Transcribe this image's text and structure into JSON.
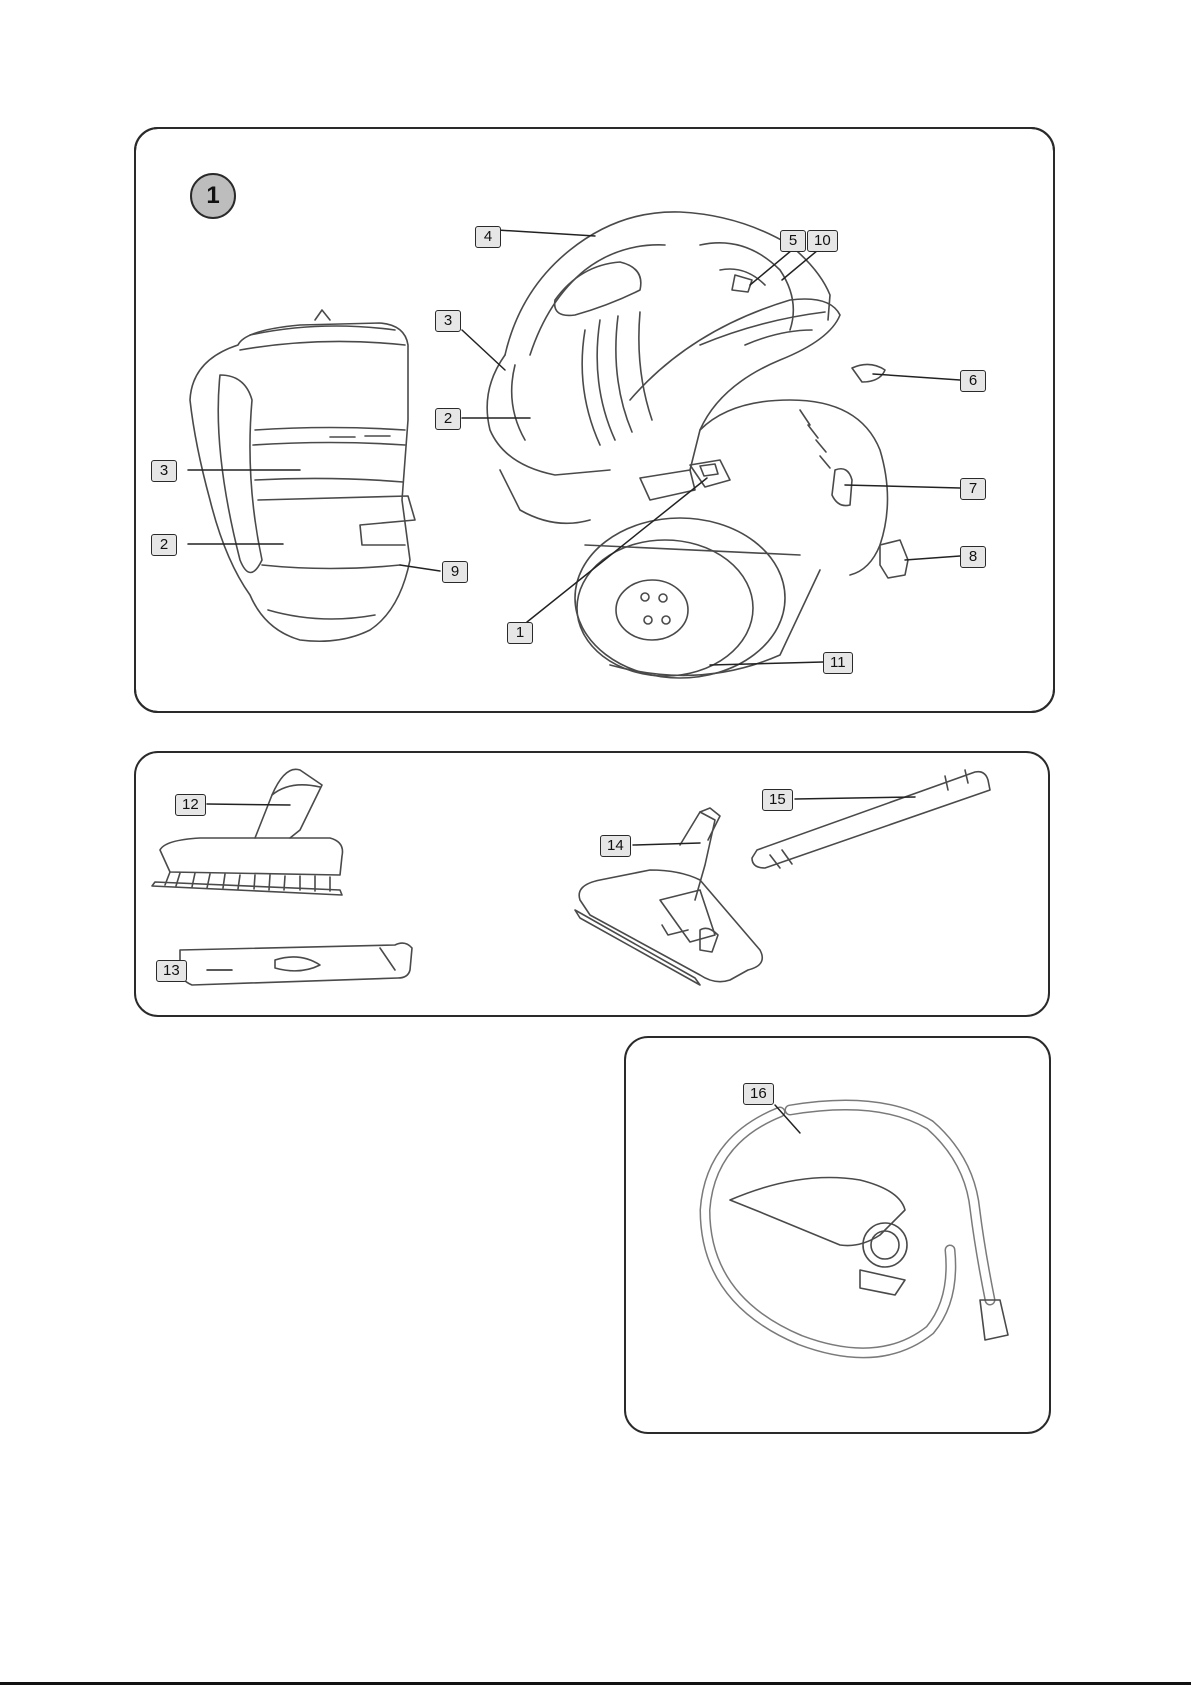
{
  "figure": {
    "number": "1"
  },
  "callouts": {
    "body_1": "1",
    "body_2": "2",
    "body_3": "3",
    "body_4": "4",
    "body_5": "5",
    "body_6": "6",
    "body_7": "7",
    "body_8": "8",
    "body_10": "10",
    "body_11": "11",
    "bin_3": "3",
    "bin_2": "2",
    "bin_9": "9",
    "acc_12": "12",
    "acc_13": "13",
    "acc_14": "14",
    "acc_15": "15",
    "hose_16": "16"
  }
}
